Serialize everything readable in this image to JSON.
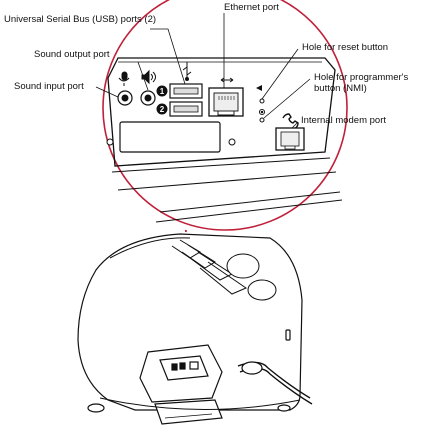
{
  "labels": {
    "usb": "Universal Serial Bus (USB) ports (2)",
    "ethernet": "Ethernet port",
    "sound_output": "Sound output port",
    "reset": "Hole for reset button",
    "sound_input": "Sound input port",
    "nmi_line1": "Hole for programmer's",
    "nmi_line2": "button (NMI)",
    "modem": "Internal modem port"
  },
  "port_numbers": {
    "usb_1": "1",
    "usb_2": "2"
  },
  "colors": {
    "callout_circle": "#c0203a",
    "line_art": "#111111",
    "background": "#ffffff"
  }
}
